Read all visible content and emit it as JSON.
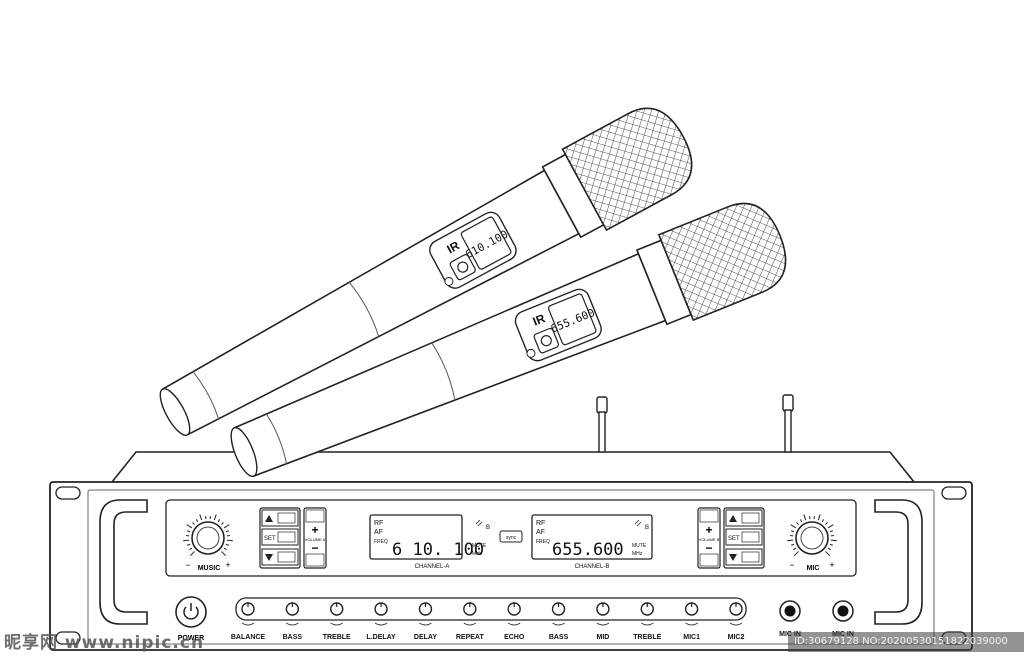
{
  "microphones": {
    "mic_a": {
      "frequency": "610.100",
      "ir_label": "IR"
    },
    "mic_b": {
      "frequency": "655.600",
      "ir_label": "IR"
    }
  },
  "receiver": {
    "left_knob": {
      "label": "MUSIC",
      "minus": "−",
      "plus": "+"
    },
    "right_knob": {
      "label": "MIC",
      "minus": "−",
      "plus": "+"
    },
    "left_buttons": {
      "set_label": "SET",
      "volume_label": "VOLUME A",
      "plus": "+",
      "minus": "−"
    },
    "right_buttons": {
      "set_label": "SET",
      "volume_label": "VOLUME B",
      "plus": "+",
      "minus": "−"
    },
    "center_badge": "sync",
    "channel_a": {
      "rf": "RF",
      "af": "AF",
      "freq_label": "FREQ",
      "frequency": "6 10. 100",
      "mute": "MUTE",
      "unit": "MHz",
      "channel_label": "CHANNEL-A",
      "indicator": "B"
    },
    "channel_b": {
      "rf": "RF",
      "af": "AF",
      "freq_label": "FREQ",
      "frequency": "655.600",
      "mute": "MUTE",
      "unit": "MHz",
      "channel_label": "CHANNEL-B",
      "indicator": "B"
    },
    "power_label": "POWER",
    "knobs": [
      "BALANCE",
      "BASS",
      "TREBLE",
      "L.DELAY",
      "DELAY",
      "REPEAT",
      "ECHO",
      "BASS",
      "MID",
      "TREBLE",
      "MIC1",
      "MIC2"
    ],
    "mic_inputs": [
      "MIC IN",
      "MIC IN"
    ]
  },
  "watermarks": {
    "left": "昵享网 www.nipic.cn",
    "right": "ID:30679128 NO:20200530151822039000"
  }
}
